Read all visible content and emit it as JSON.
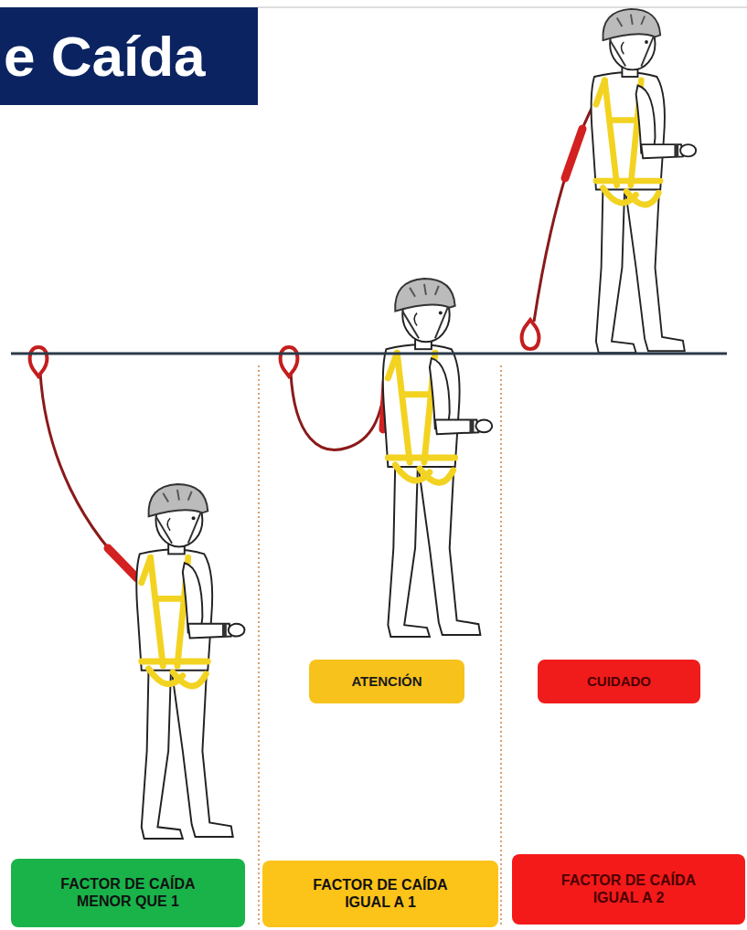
{
  "diagram": {
    "title": "e Caída",
    "nodes": [
      {
        "text": [
          "ATENCIÓN"
        ]
      },
      {
        "text": [
          "CUIDADO"
        ]
      },
      {
        "text": [
          "FACTOR DE CAÍDA MENOR QUE 1"
        ]
      },
      {
        "text": [
          "FACTOR DE CAÍDA IGUAL A 1"
        ]
      },
      {
        "text": [
          "FACTOR DE CAÍDA IGUAL A 2"
        ]
      }
    ]
  }
}
